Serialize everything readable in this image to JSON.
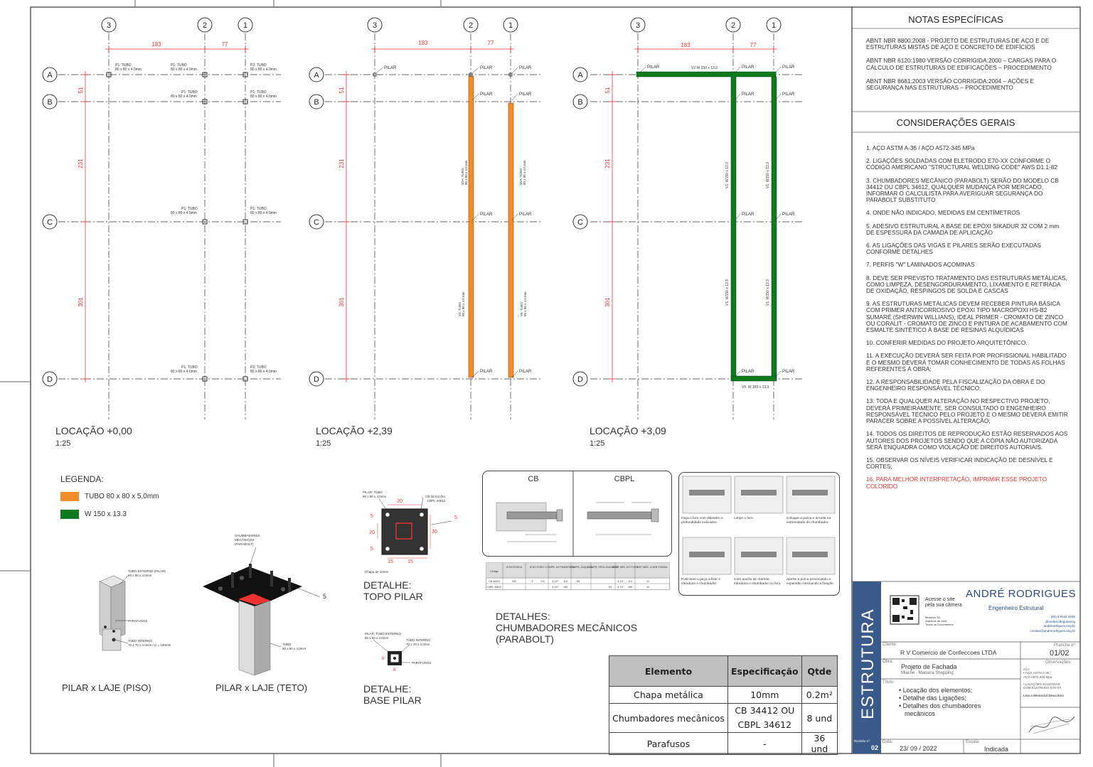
{
  "drawings": [
    {
      "id": "loc0",
      "title": "LOCAÇÃO +0,00",
      "scale": "1:25",
      "dims": {
        "d183": "183",
        "d77": "77",
        "d51": "51",
        "d231": "231",
        "d301": "301"
      },
      "labels": {
        "p1_a_left": "P1: TUBO",
        "p1_a_left2": "80 x 80 x 4.0mm",
        "p1_a_mid": "P1: TUBO",
        "p1_a_mid2": "80 x 80 x 4.0mm",
        "p2_a": "P2: TUBO",
        "p2_a2": "80 x 80 x 4.0mm",
        "p1_b_mid": "P1: TUBO",
        "p1_b_mid2": "80 x 80 x 4.0mm",
        "p1_b_right": "P1: TUBO",
        "p1_b_right2": "80 x 80 x 4.0mm",
        "p1_c_mid": "P1: TUBO",
        "p1_c_mid2": "80 x 80 x 4.0mm",
        "p1_c_right": "P1: TUBO",
        "p1_c_right2": "80 x 80 x 4.0mm",
        "p1_d_mid": "P1: TUBO",
        "p1_d_mid2": "80 x 80 x 4.0mm",
        "p2_d_right": "P2: TUBO",
        "p2_d_right2": "80 x 80 x 4.0mm"
      }
    },
    {
      "id": "loc239",
      "title": "LOCAÇÃO +2,39",
      "scale": "1:25",
      "pilar": "PILAR",
      "beam_labels": {
        "v3": "V3A: TUBO",
        "v3b": "80 x 80 x 4.0 mm",
        "v4": "V4A: TUBO",
        "v4b": "80 x 80 x 4.0 mm",
        "v4c": "V4: TUBO",
        "v4d": "80 x 80 x 4.0 mm",
        "v5": "V5: TUBO",
        "v5b": "80 x 80 x 4.0 mm"
      }
    },
    {
      "id": "loc309",
      "title": "LOCAÇÃO +3,09",
      "scale": "1:25",
      "pilar": "PILAR",
      "beam_labels": {
        "v2": "V2 W 150 x 13.3",
        "v5": "V5: W 150 x 13.3",
        "v1a": "V1: W150 x 13.3",
        "v1b": "V1: W150 x 13.3",
        "v1c": "V1: W150 x 13.3",
        "v1d": "V1: W150 x 13.3"
      }
    }
  ],
  "grid": {
    "cols": [
      "3",
      "2",
      "1"
    ],
    "rows": [
      "A",
      "B",
      "C",
      "D"
    ]
  },
  "legend": {
    "title": "LEGENDA:",
    "items": [
      {
        "label": "TUBO 80 x 80 x 5,0mm",
        "color": "#f28c28"
      },
      {
        "label": "W 150 x 13.3",
        "color": "#0f7a1e"
      }
    ]
  },
  "details": {
    "piso_title": "PILAR x LAJE (PISO)",
    "teto_title": "PILAR x LAJE (TETO)",
    "piso_labels": {
      "a": "TUBO EXTERNO (PILAR)",
      "a2": "80 x 80 x 4,0mm",
      "b": "PARAFUSOS",
      "c": "TUBO INTERNO",
      "c2": "70 x 70 x 4,0mm / C = 100mm"
    },
    "teto_labels": {
      "a": "CHUMBADORES",
      "a2": "MECÂNICOS",
      "a3": "(PARABOLT)",
      "b": "5",
      "c": "TUBO",
      "c2": "80 x 80 x 4,0mm"
    },
    "topo_title": "DETALHE:",
    "topo_title2": "TOPO PILAR",
    "topo_labels": {
      "a": "PILAR: TUBO",
      "a2": "80 x 80 x 4,0mm",
      "b": "CB 34412 OU",
      "b2": "CBPL 34612",
      "c": "Chapa de 10mm",
      "d20": "20",
      "d15a": "15",
      "d15b": "15",
      "d30": "30",
      "d20v": "20",
      "d5a": "5",
      "d5b": "5",
      "d5c": "5"
    },
    "base_title": "DETALHE:",
    "base_title2": "BASE PILAR",
    "base_labels": {
      "a": "PILAR: TUBO EXTERNO",
      "a2": "80 x 80 x 4,0mm",
      "b": "TUBO INTERNO",
      "b2": "70 x 70 x 4,0mm",
      "c": "PARAFUSOS",
      "d8": "8",
      "d8b": "8"
    },
    "parabolt_title": "DETALHES:",
    "parabolt_title2": "CHUMBADORES MECÂNICOS",
    "parabolt_title3": "(PARABOLT)",
    "cb": "CB",
    "cbpl": "CBPL",
    "steps": [
      "Faça o furo com diâmetro e profundidade indicados.",
      "Limpe o furo.",
      "Coloque a porca e arruela na extremidade do chumbador.",
      "Posicione a peça a fixar e introduza o chumbador.",
      "Com auxílio de marreta introduza o chumbador no furo.",
      "Aperte a porca provocando a expansão concluindo a fixação."
    ],
    "small_table": {
      "headers": [
        "Código",
        "Ø DA ROSCA",
        "Ø DO FURO",
        "COMPR. DO PARAFUSO",
        "COMPR. JAQUETA",
        "COMPR. PROLONGADOR",
        "PROF. MÍN. DO FURO",
        "ESP. MÁX. A SER FIXADA"
      ],
      "rows": [
        [
          "CB 34412",
          "3/8\"",
          "1\"",
          "2.5",
          "4 1/2\"",
          "114",
          "80",
          "",
          "4 1/2\"",
          "114",
          "10"
        ],
        [
          "CBPL 34612",
          "",
          "",
          "",
          "4 1/2\"",
          "165",
          "",
          "63",
          "4 1/2\"",
          "165",
          "10"
        ]
      ]
    }
  },
  "spec_table": {
    "headers": [
      "Elemento",
      "Especificação",
      "Qtde"
    ],
    "rows": [
      {
        "el": "Chapa metálica",
        "spec": "10mm",
        "qtd": "0.2m²"
      },
      {
        "el": "Chumbadores mecânicos",
        "spec": "CB 34412 OU CBPL 34612",
        "qtd": "8 und"
      },
      {
        "el": "Parafusos",
        "spec": "-",
        "qtd": "36 und"
      }
    ]
  },
  "notes": {
    "title": "NOTAS ESPECÍFICAS",
    "items": [
      "ABNT NBR 8800:2008 - PROJETO DE ESTRUTURAS DE AÇO E DE ESTRUTURAS MISTAS DE AÇO E CONCRETO DE EDIFÍCIOS",
      "ABNT NBR 6120:1980 VERSÃO CORRIGIDA:2000 – CARGAS PARA O CÁLCULO DE ESTRUTURAS DE EDIFICAÇÕES – PROCEDIMENTO",
      "ABNT NBR 8681:2003 VERSÃO CORRIGIDA:2004 – AÇÕES E SEGURANÇA NAS ESTRUTURAS – PROCEDIMENTO"
    ]
  },
  "considerations": {
    "title": "CONSIDERAÇÕES GERAIS",
    "items": [
      "1. AÇO ASTM A-36 / AÇO A572-345 MPa",
      "2. LIGAÇÕES SOLDADAS COM ELETRODO E70-XX CONFORME O CÓDIGO AMERICANO \"STRUCTURAL WELDING CODE\" AWS D1.1-82",
      "3. CHUMBADORES MECÂNICO (PARABOLT) SERÃO DO MODELO CB 34412 OU CBPL 34612, QUALQUER MUDANÇA POR MERCADO, INFORMAR O CALCULISTA PARA AVERIGUAR SEGURANÇA DO PARABOLT SUBSTITUTO",
      "4. ONDE NÃO INDICADO, MEDIDAS EM CENTÍMETROS",
      "5. ADESIVO ESTRUTURAL A BASE DE EPÓXI SIKADUR 32 COM 2 mm DE ESPESSURA DA CAMADA DE APLICAÇÃO",
      "6. AS LIGAÇÕES DAS VIGAS E PILARES SERÃO EXECUTADAS CONFORME DETALHES",
      "7. PERFIS \"W\" LAMINADOS AÇOMINAS",
      "8. DEVE SER PREVISTO TRATAMENTO DAS ESTRUTURAS METÁLICAS, COMO LIMPEZA, DESENGORDURAMENTO, LIXAMENTO E RETIRADA DE OXIDAÇÃO, RESPINGOS DE SOLDA E CASCAS",
      "9. AS ESTRUTURAS METÁLICAS DEVEM RECEBER PINTURA BÁSICA COM PRIMER ANTICORROSIVO EPÓXI TIPO MACROPOXI HS-B2 SUMARÉ (SHERWIN WILLIANS), IDEAL PRIMER - CROMATO DE ZINCO OU CORALIT - CROMATO DE ZINCO E PINTURA DE ACABAMENTO COM ESMALTE SINTÉTICO À BASE DE RESINAS ALQUÍDICAS",
      "10. CONFERIR MEDIDAS DO PROJETO ARQUITETÔNICO.",
      "11. A EXECUÇÃO DEVERÁ SER FEITA POR PROFISSIONAL HABILITADO E O MESMO DEVERÁ TOMAR CONHECIMENTO DE TODAS AS FOLHAS REFERENTES À OBRA;",
      "12. A RESPONSABILIDADE PELA FISCALIZAÇÃO DA OBRA É DO ENGENHEIRO RESPONSÁVEL TÉCNICO;",
      "13. TODA E QUALQUER ALTERAÇÃO NO RESPECTIVO PROJETO, DEVERÁ PRIMEIRAMENTE, SER CONSULTADO O ENGENHEIRO RESPONSÁVEL TÉCNICO PELO PROJETO E O MESMO DEVERÁ EMITIR PARACER SOBRE A POSSÍVEL ALTERAÇÃO;",
      "14. TODOS OS DIREITOS DE REPRODUÇÃO ESTÃO RESERVADOS AOS AUTORES DOS PROJETOS SENDO QUE A CÓPIA NÃO AUTORIZADA SERÁ ENQUADRA COMO VIOLAÇÃO DE DIREITOS AUTORIAIS.",
      "15. OBSERVAR OS NÍVEIS VERIFICAR INDICAÇÃO DE DESNÍVEL E CORTES;",
      "16. PARA MELHOR INTERPRETAÇÃO, IMPRIMIR ESSE PROJETO COLORIDO"
    ]
  },
  "title_block": {
    "discipline": "ESTRUTURA",
    "qr_text": "Acesse o site pela sua câmera",
    "qr_sub1": "Modelos 3D",
    "qr_sub2": "Arquivos de obra",
    "qr_sub3": "Todos os Documentos",
    "engineer": "ANDRÉ RODRIGUES",
    "engineer_role": "Engenheiro Estrutural",
    "contact1": "(83) 9 9441 0040",
    "contact2": "@andrerodrigueseng",
    "contact3": "andrerodrigues.eng.br",
    "contact4": "contato@andrerodrigues.eng.br",
    "cliente_label": "Cliente:",
    "cliente": "R V Comercio de Confeccoes LTDA",
    "prancha_label": "Prancha nº:",
    "prancha": "01/02",
    "obra_label": "Obra:",
    "obra": "Projeto de Fachada",
    "obra_sub": "Miache - Manaíra Shopping",
    "obs_label": "Observações:",
    "obs1": "Aço:",
    "obs2": "• AÇO ASTM A-36 /",
    "obs3": "AÇO A572-345 Mpa",
    "obs4": "• LIGAÇÕES SOLDADAS",
    "obs5": "COM ELETRODO E70-XX",
    "obs6": "Leia o Memorial Descritivo",
    "titulo_label": "Título:",
    "titulo1": "• Locação dos elementos;",
    "titulo2": "• Detalhe das Ligações;",
    "titulo3": "• Detalhes dos chumbadores",
    "titulo4": "mecânicos",
    "revisao_label": "Revisão nº:",
    "revisao": "02",
    "data_label": "Data:",
    "data": "23/ 09 / 2022",
    "escala_label": "Escala:",
    "escala": "Indicada"
  }
}
